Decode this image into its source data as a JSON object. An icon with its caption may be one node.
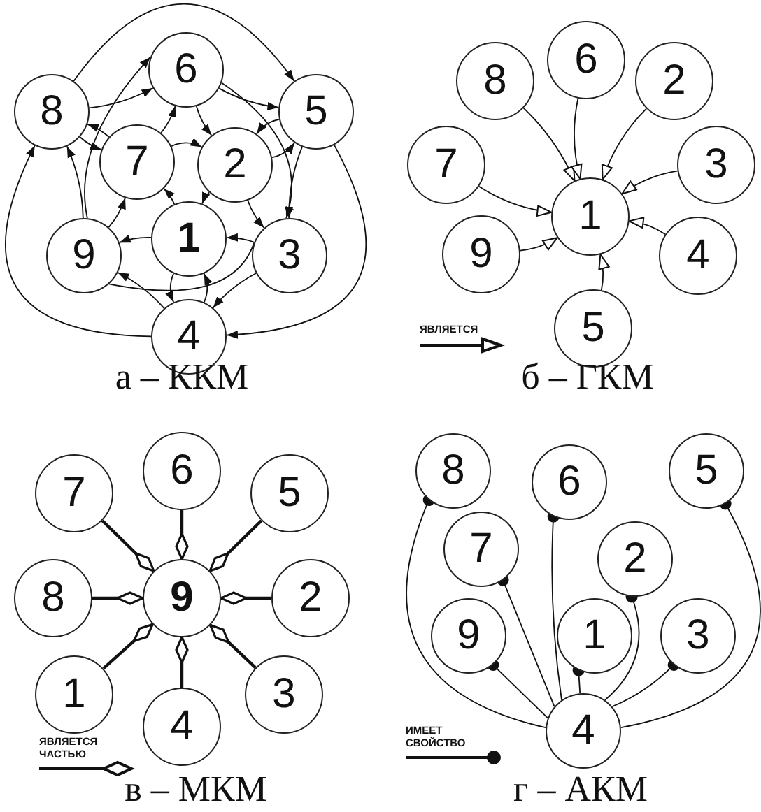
{
  "diagram": {
    "nodes": [
      {
        "text": [
          "6"
        ]
      },
      {
        "text": [
          "8"
        ]
      },
      {
        "text": [
          "5"
        ]
      },
      {
        "text": [
          "7"
        ]
      },
      {
        "text": [
          "2"
        ]
      },
      {
        "text": [
          "1"
        ]
      },
      {
        "text": [
          "9"
        ]
      },
      {
        "text": [
          "3"
        ]
      },
      {
        "text": [
          "4"
        ]
      },
      {
        "text": [
          "6"
        ]
      },
      {
        "text": [
          "8"
        ]
      },
      {
        "text": [
          "2"
        ]
      },
      {
        "text": [
          "7"
        ]
      },
      {
        "text": [
          "3"
        ]
      },
      {
        "text": [
          "1"
        ]
      },
      {
        "text": [
          "9"
        ]
      },
      {
        "text": [
          "4"
        ]
      },
      {
        "text": [
          "5"
        ]
      },
      {
        "text": [
          "6"
        ]
      },
      {
        "text": [
          "7"
        ]
      },
      {
        "text": [
          "5"
        ]
      },
      {
        "text": [
          "8"
        ]
      },
      {
        "text": [
          "9"
        ]
      },
      {
        "text": [
          "2"
        ]
      },
      {
        "text": [
          "1"
        ]
      },
      {
        "text": [
          "3"
        ]
      },
      {
        "text": [
          "4"
        ]
      },
      {
        "text": [
          "8"
        ]
      },
      {
        "text": [
          "6"
        ]
      },
      {
        "text": [
          "5"
        ]
      },
      {
        "text": [
          "7"
        ]
      },
      {
        "text": [
          "2"
        ]
      },
      {
        "text": [
          "9"
        ]
      },
      {
        "text": [
          "1"
        ]
      },
      {
        "text": [
          "3"
        ]
      },
      {
        "text": [
          "4"
        ]
      }
    ],
    "edges": [
      {
        "from": 1,
        "to": 0,
        "arrow": "to"
      },
      {
        "from": 0,
        "to": 2,
        "arrow": "to"
      },
      {
        "from": 1,
        "to": 2,
        "arrow": "to"
      },
      {
        "from": 0,
        "to": 4,
        "arrow": "to"
      },
      {
        "from": 0,
        "to": 7,
        "arrow": "to"
      },
      {
        "from": 1,
        "to": 3,
        "arrow": "to"
      },
      {
        "from": 3,
        "to": 0,
        "arrow": "to"
      },
      {
        "from": 6,
        "to": 0,
        "arrow": "to"
      },
      {
        "from": 3,
        "to": 4,
        "arrow": "to"
      },
      {
        "from": 4,
        "to": 2,
        "arrow": "to"
      },
      {
        "from": 2,
        "to": 4,
        "arrow": "to"
      },
      {
        "from": 2,
        "to": 7,
        "arrow": "to"
      },
      {
        "from": 4,
        "to": 7,
        "arrow": "to"
      },
      {
        "from": 4,
        "to": 5,
        "arrow": "to"
      },
      {
        "from": 3,
        "to": 1,
        "arrow": "to"
      },
      {
        "from": 6,
        "to": 1,
        "arrow": "to"
      },
      {
        "from": 8,
        "to": 1,
        "arrow": "to"
      },
      {
        "from": 6,
        "to": 3,
        "arrow": "to"
      },
      {
        "from": 5,
        "to": 3,
        "arrow": "to"
      },
      {
        "from": 5,
        "to": 6,
        "arrow": "to"
      },
      {
        "from": 7,
        "to": 5,
        "arrow": "to"
      },
      {
        "from": 7,
        "to": 6,
        "arrow": "to"
      },
      {
        "from": 5,
        "to": 8,
        "arrow": "to"
      },
      {
        "from": 8,
        "to": 5,
        "arrow": "to"
      },
      {
        "from": 7,
        "to": 8,
        "arrow": "to"
      },
      {
        "from": 2,
        "to": 8,
        "arrow": "to"
      },
      {
        "from": 8,
        "to": 6,
        "arrow": "to"
      },
      {
        "from": 10,
        "to": 14,
        "arrow": "to"
      },
      {
        "from": 9,
        "to": 14,
        "arrow": "to"
      },
      {
        "from": 11,
        "to": 14,
        "arrow": "to"
      },
      {
        "from": 12,
        "to": 14,
        "arrow": "to"
      },
      {
        "from": 13,
        "to": 14,
        "arrow": "to"
      },
      {
        "from": 15,
        "to": 14,
        "arrow": "to"
      },
      {
        "from": 16,
        "to": 14,
        "arrow": "to"
      },
      {
        "from": 17,
        "to": 14,
        "arrow": "to"
      },
      {
        "from": 18,
        "to": 22,
        "arrow": "other"
      },
      {
        "from": 19,
        "to": 22,
        "arrow": "other"
      },
      {
        "from": 20,
        "to": 22,
        "arrow": "other"
      },
      {
        "from": 21,
        "to": 22,
        "arrow": "other"
      },
      {
        "from": 23,
        "to": 22,
        "arrow": "other"
      },
      {
        "from": 24,
        "to": 22,
        "arrow": "other"
      },
      {
        "from": 25,
        "to": 22,
        "arrow": "other"
      },
      {
        "from": 26,
        "to": 22,
        "arrow": "other"
      },
      {
        "from": 35,
        "to": 27,
        "arrow": "other"
      },
      {
        "from": 35,
        "to": 28,
        "arrow": "other"
      },
      {
        "from": 35,
        "to": 29,
        "arrow": "other"
      },
      {
        "from": 35,
        "to": 30,
        "arrow": "other"
      },
      {
        "from": 35,
        "to": 31,
        "arrow": "other"
      },
      {
        "from": 35,
        "to": 32,
        "arrow": "other"
      },
      {
        "from": 35,
        "to": 33,
        "arrow": "other"
      },
      {
        "from": 35,
        "to": 34,
        "arrow": "other"
      }
    ],
    "labels": [
      "а – ККМ",
      "б – ГКМ",
      "в – МКМ",
      "г – АКМ"
    ],
    "legend": [
      {
        "text": "ЯВЛЯЕТСЯ"
      },
      {
        "text": "ЯВЛЯЕТСЯ ЧАСТЬЮ"
      },
      {
        "text": "ИМЕЕТ СВОЙСТВО"
      }
    ]
  }
}
